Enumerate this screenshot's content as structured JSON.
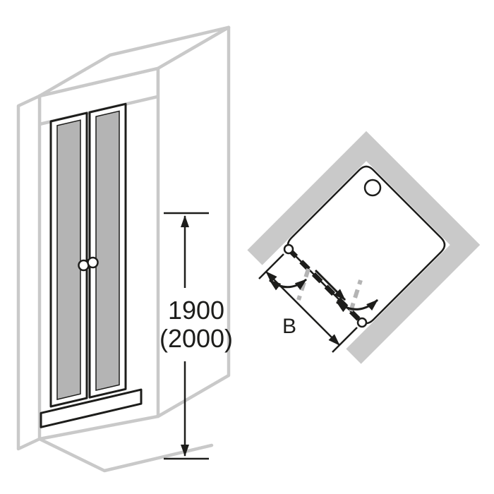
{
  "diagram": {
    "front_view": {
      "dimension_height_line1": "1900",
      "dimension_height_line2": "(2000)"
    },
    "plan_view": {
      "dimension_width_label": "B"
    },
    "colors": {
      "background": "#ffffff",
      "structure_gray": "#c9c9c9",
      "glass_gray": "#b4b4b4",
      "dash_gray": "#b4b4b4",
      "ink_black": "#1d1d1b"
    }
  }
}
